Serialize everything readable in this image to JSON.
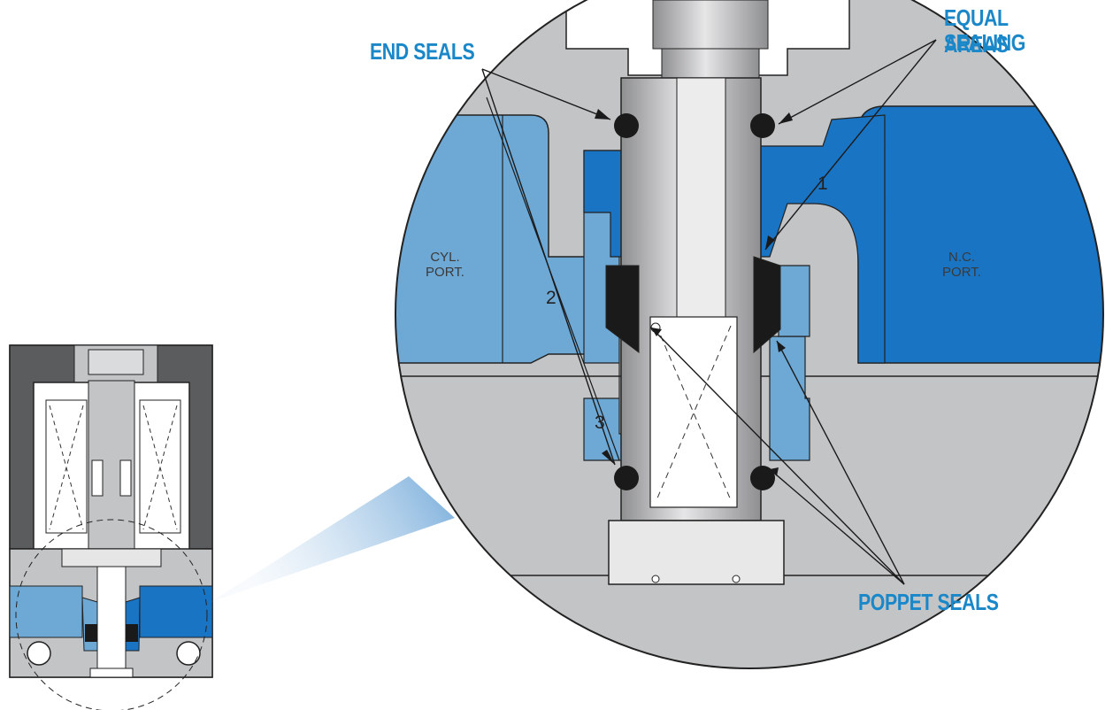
{
  "labels": {
    "end_seals": "END SEALS",
    "equal_sealing_line1": "EQUAL SEALING",
    "equal_sealing_line2": "AREAS",
    "poppet_seals": "POPPET SEALS",
    "cyl_port_line1": "CYL.",
    "cyl_port_line2": "PORT.",
    "nc_port_line1": "N.C.",
    "nc_port_line2": "PORT."
  },
  "numbers": {
    "n1": "1",
    "n2": "2",
    "n3": "3"
  },
  "colors": {
    "accent_text": "#1a87c8",
    "port_blue_light": "#6ea9d6",
    "port_blue_dark": "#1a74c4",
    "body_gray": "#c3c4c6",
    "dark_gray": "#5b5c5e",
    "seal_black": "#1a1a1a"
  }
}
